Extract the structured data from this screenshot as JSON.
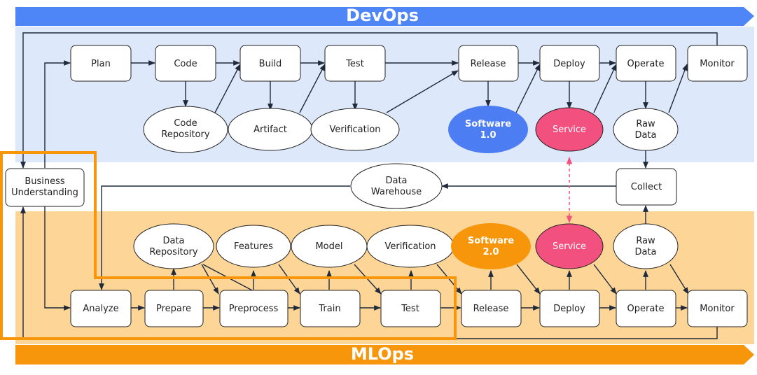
{
  "colors": {
    "devops_band": "#4f86f7",
    "devops_bg": "#dde8fb",
    "mlops_band": "#f7960a",
    "mlops_bg": "#fdd597",
    "highlight": "#f7960a",
    "software1": "#4d7df2",
    "software2": "#f7960a",
    "service": "#f2507e",
    "line": "#1f2a3d",
    "node_border": "#222222",
    "dashed_link": "#f2507e"
  },
  "bands": {
    "devops_title": "DevOps",
    "mlops_title": "MLOps"
  },
  "devops": {
    "plan": "Plan",
    "code": "Code",
    "build": "Build",
    "test": "Test",
    "release": "Release",
    "deploy": "Deploy",
    "operate": "Operate",
    "monitor": "Monitor",
    "code_repository": [
      "Code",
      "Repository"
    ],
    "artifact": "Artifact",
    "verification": "Verification",
    "software": [
      "Software",
      "1.0"
    ],
    "service": "Service",
    "raw_data": [
      "Raw",
      "Data"
    ]
  },
  "shared": {
    "business_understanding": [
      "Business",
      "Understanding"
    ],
    "data_warehouse": [
      "Data",
      "Warehouse"
    ],
    "collect": "Collect"
  },
  "mlops": {
    "analyze": "Analyze",
    "prepare": "Prepare",
    "preprocess": "Preprocess",
    "train": "Train",
    "test": "Test",
    "release": "Release",
    "deploy": "Deploy",
    "operate": "Operate",
    "monitor": "Monitor",
    "data_repository": [
      "Data",
      "Repository"
    ],
    "features": "Features",
    "model": "Model",
    "verification": "Verification",
    "software": [
      "Software",
      "2.0"
    ],
    "service": "Service",
    "raw_data": [
      "Raw",
      "Data"
    ]
  }
}
